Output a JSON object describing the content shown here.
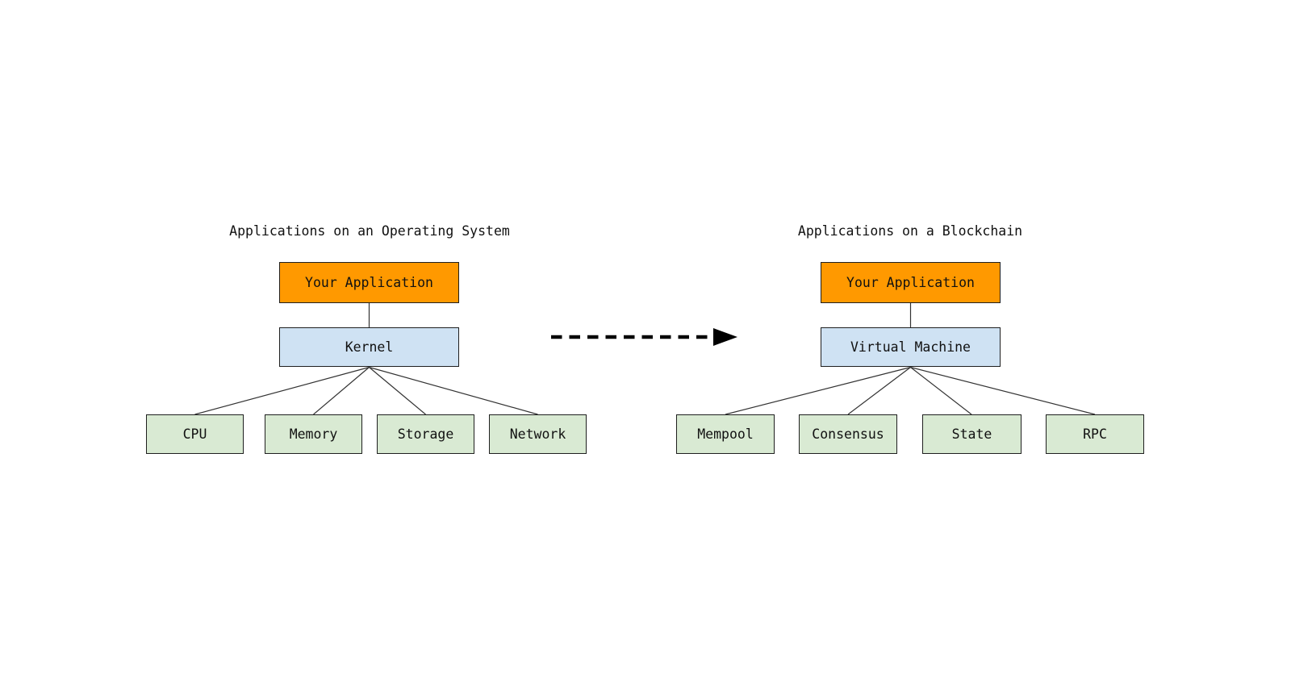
{
  "diagram": {
    "left": {
      "title": "Applications on an Operating System",
      "root": "Your Application",
      "middle": "Kernel",
      "leaves": [
        "CPU",
        "Memory",
        "Storage",
        "Network"
      ]
    },
    "right": {
      "title": "Applications on a Blockchain",
      "root": "Your Application",
      "middle": "Virtual Machine",
      "leaves": [
        "Mempool",
        "Consensus",
        "State",
        "RPC"
      ]
    },
    "arrow": "dashed-arrow-left-to-right"
  },
  "colors": {
    "application_fill": "#ff9900",
    "middle_fill": "#cfe2f3",
    "leaf_fill": "#d9ead3",
    "box_border": "#1f1f1f",
    "connector": "#333333",
    "arrow": "#000000",
    "background": "#ffffff",
    "text": "#111111"
  }
}
